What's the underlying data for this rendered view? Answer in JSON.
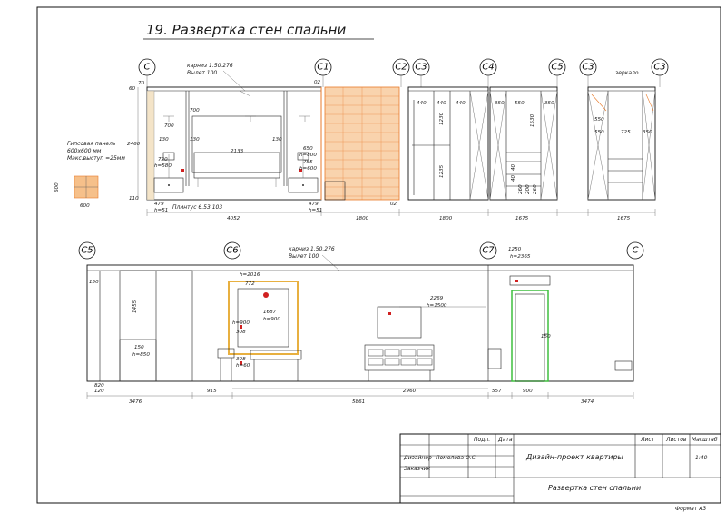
{
  "title": "19. Развертка стен спальни",
  "colors": {
    "ink": "#111111",
    "accent": "#e87a2a",
    "panel": "#f6c08a",
    "door": "#3fbf3f",
    "red": "#d02020"
  },
  "top_view": {
    "markers": [
      "С",
      "С1",
      "С2",
      "С3",
      "С4",
      "С5",
      "С3",
      "С3"
    ],
    "cornice_label": "карниз 1.50.276",
    "cornice_offset": "Вылет 100",
    "plinth_label": "Плинтус 6.53.103",
    "mirror_label": "зеркало",
    "panel_note": [
      "Гипсовая панель",
      "600х600 мм",
      "Макс.выступ =25мм"
    ],
    "dims_bottom": [
      "4052",
      "1800",
      "1800",
      "1675",
      "1675"
    ],
    "small_dims": [
      "479",
      "h=51",
      "479",
      "h=51",
      "02",
      "02",
      "110",
      "600",
      "600"
    ],
    "heights": [
      "60",
      "70",
      "2460",
      "110"
    ],
    "wall1": [
      "700",
      "700",
      "130",
      "130",
      "720",
      "h=580",
      "2133",
      "130",
      "650",
      "h=800",
      "755",
      "h=600"
    ],
    "wall3": [
      "440",
      "440",
      "440",
      "1230",
      "1235",
      "350",
      "550",
      "1530",
      "350"
    ],
    "wall4_bottom": [
      "40",
      "40",
      "260",
      "200",
      "260"
    ],
    "wall5": [
      "550",
      "550",
      "725",
      "350"
    ]
  },
  "bottom_view": {
    "markers": [
      "С5",
      "С6",
      "С7",
      "С"
    ],
    "cornice_label": "карниз 1.50.276",
    "cornice_offset": "Вылет 100",
    "dims": [
      "150",
      "1455",
      "150",
      "h=850",
      "h=2016",
      "772",
      "1687",
      "h=900",
      "h=900",
      "308",
      "308",
      "h=60",
      "2269",
      "h=1500",
      "1250",
      "h=2365",
      "150",
      "820",
      "120"
    ],
    "dims_bottom": [
      "3476",
      "915",
      "5861",
      "2960",
      "557",
      "900",
      "3474"
    ]
  },
  "title_block": {
    "headers": [
      "Подп.",
      "Дата",
      "Лист",
      "Листов",
      "Масштаб"
    ],
    "roles": [
      "Дизайнер",
      "Заказчик"
    ],
    "person": "Помолова О.С.",
    "project": "Дизайн-проект квартиры",
    "sheet_title": "Развертка стен спальни",
    "scale": "1:40",
    "format": "Формат А3"
  }
}
